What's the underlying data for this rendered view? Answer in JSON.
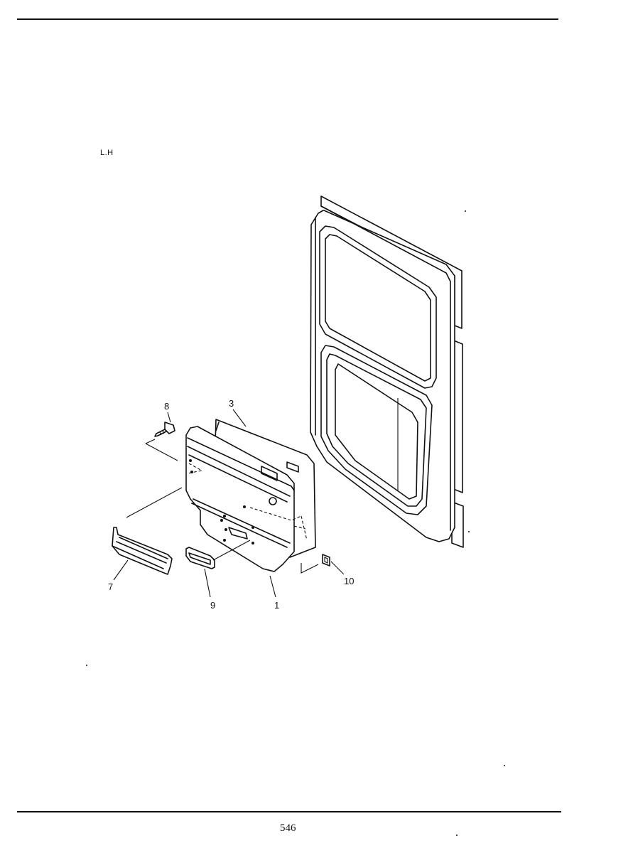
{
  "header": {
    "side_label": "L.H"
  },
  "callouts": [
    {
      "id": "8",
      "text": "8"
    },
    {
      "id": "3",
      "text": "3"
    },
    {
      "id": "7",
      "text": "7"
    },
    {
      "id": "9",
      "text": "9"
    },
    {
      "id": "1",
      "text": "1"
    },
    {
      "id": "10",
      "text": "10"
    }
  ],
  "footer": {
    "page_number": "546"
  }
}
